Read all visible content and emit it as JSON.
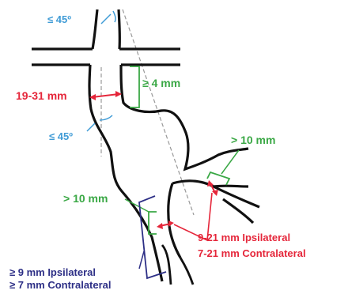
{
  "labels": {
    "angle_top": "≤ 45º",
    "angle_mid": "≤ 45º",
    "neck_length": "≥ 4 mm",
    "neck_diameter": "19-31 mm",
    "iliac_length_right": "> 10 mm",
    "iliac_length_left": "> 10 mm",
    "iliac_diameter_ipsi": "9-21 mm Ipsilateral",
    "iliac_diameter_contra": "7-21 mm Contralateral",
    "access_ipsi": "≥ 9 mm Ipsilateral",
    "access_contra": "≥ 7 mm Contralateral"
  },
  "colors": {
    "vessel": "#111111",
    "angle": "#3f9bd6",
    "length": "#3aa845",
    "diameter": "#e5263a",
    "access": "#2d2f86",
    "centerline": "#999999"
  }
}
